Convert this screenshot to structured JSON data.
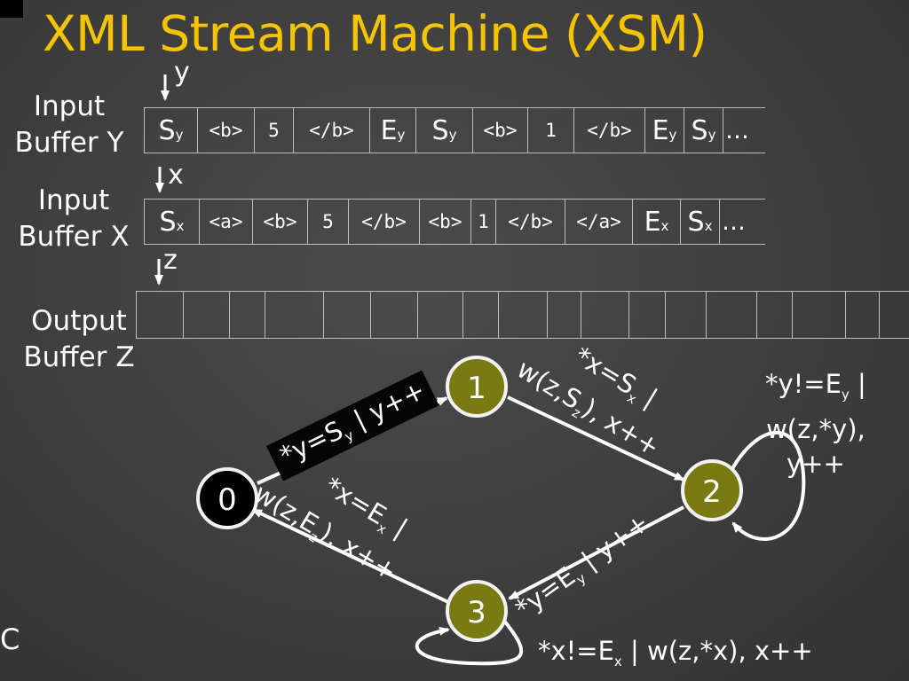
{
  "title": "XML Stream Machine (XSM)",
  "buffers": {
    "y": {
      "label_line1": "Input",
      "label_line2": "Buffer Y",
      "pointer": "y",
      "cells": [
        {
          "main": "S",
          "sub": "y",
          "kind": "sym",
          "w": 60
        },
        {
          "main": "<b>",
          "sub": "",
          "kind": "tag",
          "w": 64
        },
        {
          "main": "5",
          "sub": "",
          "kind": "tag",
          "w": 44
        },
        {
          "main": "</b>",
          "sub": "",
          "kind": "tag",
          "w": 86
        },
        {
          "main": "E",
          "sub": "y",
          "kind": "sym",
          "w": 52
        },
        {
          "main": "S",
          "sub": "y",
          "kind": "sym",
          "w": 64
        },
        {
          "main": "<b>",
          "sub": "",
          "kind": "tag",
          "w": 62
        },
        {
          "main": "1",
          "sub": "",
          "kind": "tag",
          "w": 52
        },
        {
          "main": "</b>",
          "sub": "",
          "kind": "tag",
          "w": 80
        },
        {
          "main": "E",
          "sub": "y",
          "kind": "sym",
          "w": 44
        },
        {
          "main": "S",
          "sub": "y",
          "kind": "sym",
          "w": 44
        },
        {
          "main": "…",
          "sub": "",
          "kind": "dots",
          "w": 48
        }
      ]
    },
    "x": {
      "label_line1": "Input",
      "label_line2": "Buffer X",
      "pointer": "x",
      "cells": [
        {
          "main": "S",
          "sub": "x",
          "kind": "sym",
          "w": 62
        },
        {
          "main": "<a>",
          "sub": "",
          "kind": "tag",
          "w": 60
        },
        {
          "main": "<b>",
          "sub": "",
          "kind": "tag",
          "w": 62
        },
        {
          "main": "5",
          "sub": "",
          "kind": "tag",
          "w": 46
        },
        {
          "main": "</b>",
          "sub": "",
          "kind": "tag",
          "w": 80
        },
        {
          "main": "<b>",
          "sub": "",
          "kind": "tag",
          "w": 58
        },
        {
          "main": "1",
          "sub": "",
          "kind": "tag",
          "w": 28
        },
        {
          "main": "</b>",
          "sub": "",
          "kind": "tag",
          "w": 78
        },
        {
          "main": "</a>",
          "sub": "",
          "kind": "tag",
          "w": 76
        },
        {
          "main": "E",
          "sub": "x",
          "kind": "sym",
          "w": 54
        },
        {
          "main": "S",
          "sub": "x",
          "kind": "sym",
          "w": 44
        },
        {
          "main": "…",
          "sub": "",
          "kind": "dots",
          "w": 52
        }
      ]
    },
    "z": {
      "label_line1": "Output",
      "label_line2": "Buffer Z",
      "pointer": "z",
      "cell_widths": [
        63,
        61,
        47,
        78,
        62,
        62,
        60,
        48,
        64,
        45,
        64,
        48,
        54,
        68,
        47,
        70,
        45,
        40
      ]
    }
  },
  "states": [
    {
      "id": "0",
      "label": "0"
    },
    {
      "id": "1",
      "label": "1"
    },
    {
      "id": "2",
      "label": "2"
    },
    {
      "id": "3",
      "label": "3"
    }
  ],
  "transitions": {
    "t01": {
      "from": "0",
      "to": "1",
      "text": "*y=S",
      "sub": "y",
      "tail": " | y++"
    },
    "t12": {
      "line1_a": "*x=S",
      "line1_sub": "x",
      "line1_b": " |",
      "line2_a": "w(z,S",
      "line2_sub": "z",
      "line2_b": "), x++"
    },
    "t22": {
      "line1_a": "*y!=E",
      "line1_sub": "y",
      "line1_b": " |",
      "line2": "w(z,*y),",
      "line3": "y++"
    },
    "t23": {
      "text": "*y=E",
      "sub": "y",
      "tail": " | y++"
    },
    "t30": {
      "line1_a": "*x=E",
      "line1_sub": "x",
      "line1_b": " |",
      "line2_a": "w(z,E",
      "line2_sub": "z",
      "line2_b": "), x++"
    },
    "t33": {
      "text": "*x!=E",
      "sub": "x",
      "tail": " | w(z,*x), x++"
    }
  },
  "footer": "C",
  "colors": {
    "title": "#f5c400",
    "state_fill": "#7a7a12",
    "start_state_fill": "#000000",
    "state_border": "#f2f2f2",
    "edge": "#ffffff",
    "text": "#ffffff"
  }
}
